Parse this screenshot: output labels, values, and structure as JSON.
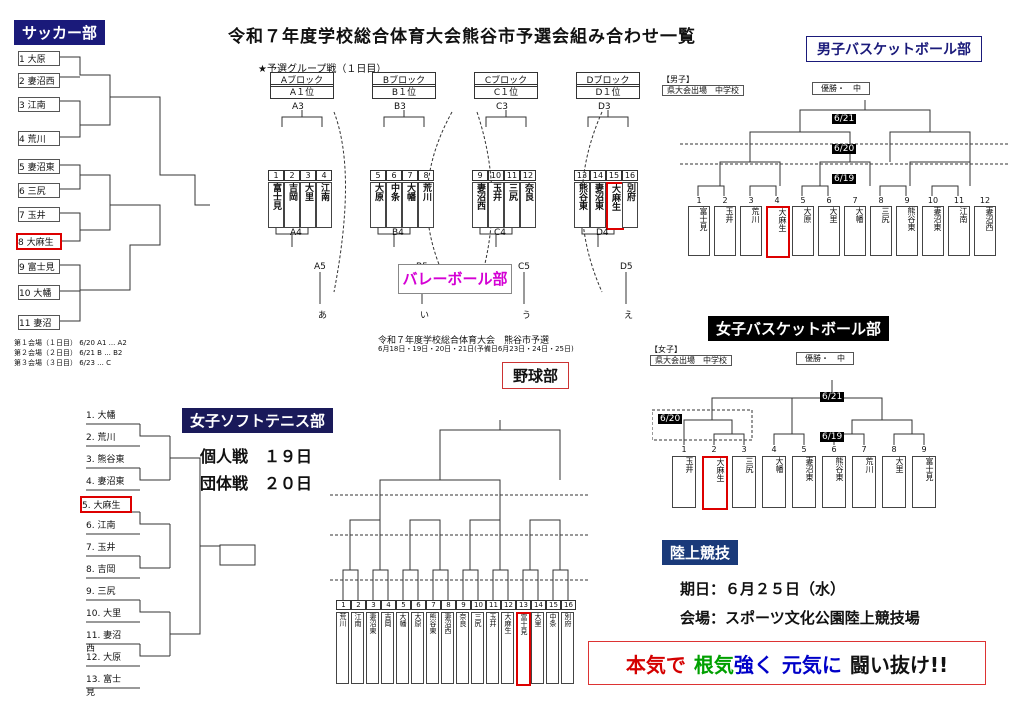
{
  "title": "令和７年度学校総合体育大会熊谷市予選会組み合わせ一覧",
  "soccer": {
    "header": "サッカー部",
    "teams": [
      "1 大原",
      "2 妻沼西",
      "3 江南",
      "4 荒川",
      "5 妻沼東",
      "6 三尻",
      "7 玉井",
      "8 大麻生",
      "9 富士見",
      "10 大幡",
      "11 妻沼"
    ],
    "notes": [
      "第１会場（１日目） 6/20 A1 ... A2",
      "第２会場（２日目） 6/21 B ... B2",
      "第３会場（３日目） 6/23 ... C"
    ]
  },
  "volleyball": {
    "subtitle": "★予選グループ戦（１日目）",
    "blocks": [
      {
        "name": "Aブロック",
        "pos": "A１位",
        "top": "A3",
        "teams": [
          "富士見",
          "吉岡",
          "大里",
          "江南"
        ],
        "nums": [
          "1",
          "2",
          "3",
          "4"
        ],
        "bottom": "A4",
        "next": "A5",
        "res": "あ"
      },
      {
        "name": "Bブロック",
        "pos": "B１位",
        "top": "B3",
        "teams": [
          "大原",
          "中条",
          "大幡",
          "荒川"
        ],
        "nums": [
          "5",
          "6",
          "7",
          "8"
        ],
        "bottom": "B4",
        "next": "B5",
        "res": "い"
      },
      {
        "name": "Cブロック",
        "pos": "C１位",
        "top": "C3",
        "teams": [
          "妻沼西",
          "玉井",
          "三尻",
          "奈良"
        ],
        "nums": [
          "9",
          "10",
          "11",
          "12"
        ],
        "bottom": "C4",
        "next": "C5",
        "res": "う"
      },
      {
        "name": "Dブロック",
        "pos": "D１位",
        "top": "D3",
        "teams": [
          "熊谷東",
          "妻沼東",
          "大麻生",
          "別府"
        ],
        "nums": [
          "13",
          "14",
          "15",
          "16"
        ],
        "bottom": "D4",
        "next": "D5",
        "res": "え"
      }
    ],
    "badge": "バレーボール部"
  },
  "boys_basket": {
    "header": "男子バスケットボール部",
    "label_left": "【男子】",
    "label_row": "県大会出場　中学校",
    "win_label": "優勝・　中",
    "dates": [
      "6/21",
      "6/20",
      "6/19"
    ],
    "teams": [
      "富士見",
      "玉井",
      "荒川",
      "大麻生",
      "大原",
      "大里",
      "大幡",
      "三尻",
      "熊谷東",
      "妻沼東",
      "江南",
      "妻沼西"
    ],
    "nums": [
      "1",
      "2",
      "3",
      "4",
      "5",
      "6",
      "7",
      "8",
      "9",
      "10",
      "11",
      "12"
    ]
  },
  "girls_basket": {
    "header": "女子バスケットボール部",
    "label_left": "【女子】",
    "label_row": "県大会出場　中学校",
    "win_label": "優勝・　中",
    "dates": [
      "6/20",
      "6/21",
      "6/19"
    ],
    "teams": [
      "玉井",
      "大麻生",
      "三尻",
      "大幡",
      "妻沼東",
      "熊谷東",
      "荒川",
      "大里",
      "富士見"
    ],
    "nums": [
      "1",
      "2",
      "3",
      "4",
      "5",
      "6",
      "7",
      "8",
      "9"
    ]
  },
  "softtennis": {
    "header": "女子ソフトテニス部",
    "line1": "個人戦　１９日",
    "line2": "団体戦　２０日",
    "teams": [
      "大幡",
      "荒川",
      "熊谷東",
      "妻沼東",
      "大麻生",
      "江南",
      "玉井",
      "吉岡",
      "三尻",
      "大里",
      "妻沼西",
      "大原",
      "富士見"
    ]
  },
  "baseball": {
    "header": "野球部",
    "info_title": "令和７年度学校総合体育大会　熊谷市予選",
    "info_date": "6月18日・19日・20日・21日(予備日6月23日・24日・25日)",
    "teams": [
      "荒川",
      "江南",
      "妻沼東",
      "吉岡",
      "大幡",
      "大原",
      "熊谷東",
      "妻沼西",
      "奈良",
      "三尻",
      "玉井",
      "大麻生",
      "富士見",
      "大里",
      "中条",
      "別府"
    ],
    "nums": [
      "1",
      "2",
      "3",
      "4",
      "5",
      "6",
      "7",
      "8",
      "9",
      "10",
      "11",
      "12",
      "13",
      "14",
      "15",
      "16"
    ]
  },
  "track": {
    "header": "陸上競技",
    "date": "期日：６月２５日（水）",
    "venue": "会場：スポーツ文化公園陸上競技場"
  },
  "slogan": {
    "p1": "本気で",
    "p2": "根気",
    "p3": "強く",
    "p4": "元気に",
    "p5": "闘い抜け!!",
    "c1": "#d40000",
    "c2": "#00a000",
    "c3": "#0000c8",
    "c4": "#0000c8",
    "c5": "#111111"
  }
}
